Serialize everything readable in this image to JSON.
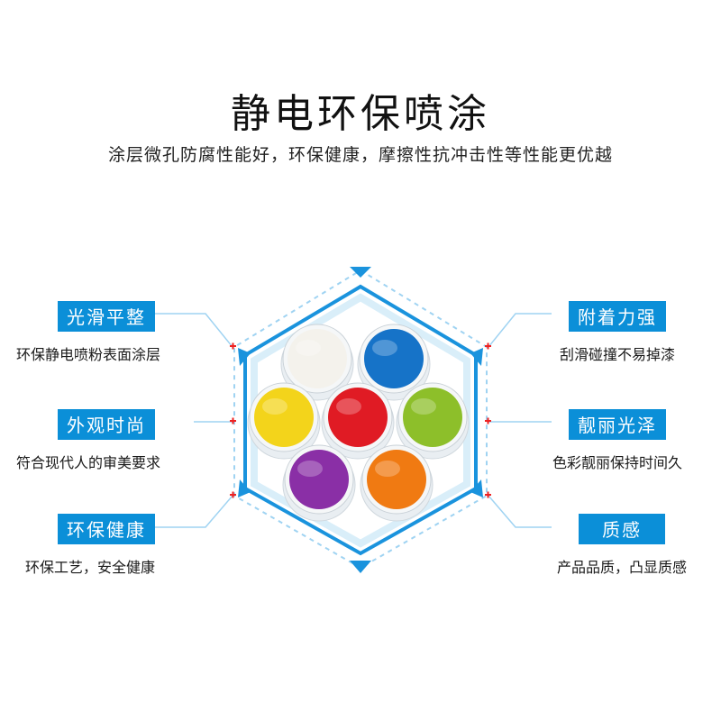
{
  "header": {
    "title": "静电环保喷涂",
    "subtitle": "涂层微孔防腐性能好，环保健康，摩擦性抗冲击性等性能更优越"
  },
  "features_left": [
    {
      "label": "光滑平整",
      "desc": "环保静电喷粉表面涂层"
    },
    {
      "label": "外观时尚",
      "desc": "符合现代人的审美要求"
    },
    {
      "label": "环保健康",
      "desc": "环保工艺，安全健康"
    }
  ],
  "features_right": [
    {
      "label": "附着力强",
      "desc": "刮滑碰撞不易掉漆"
    },
    {
      "label": "靓丽光泽",
      "desc": "色彩靓丽保持时间久"
    },
    {
      "label": "质感",
      "desc": "产品品质，凸显质感"
    }
  ],
  "colors": {
    "accent": "#0b8fd8",
    "powders": [
      "#f4f2ec",
      "#1673c8",
      "#f3d41b",
      "#e01b24",
      "#8dbf2a",
      "#8a2fa6",
      "#f07a12"
    ]
  }
}
